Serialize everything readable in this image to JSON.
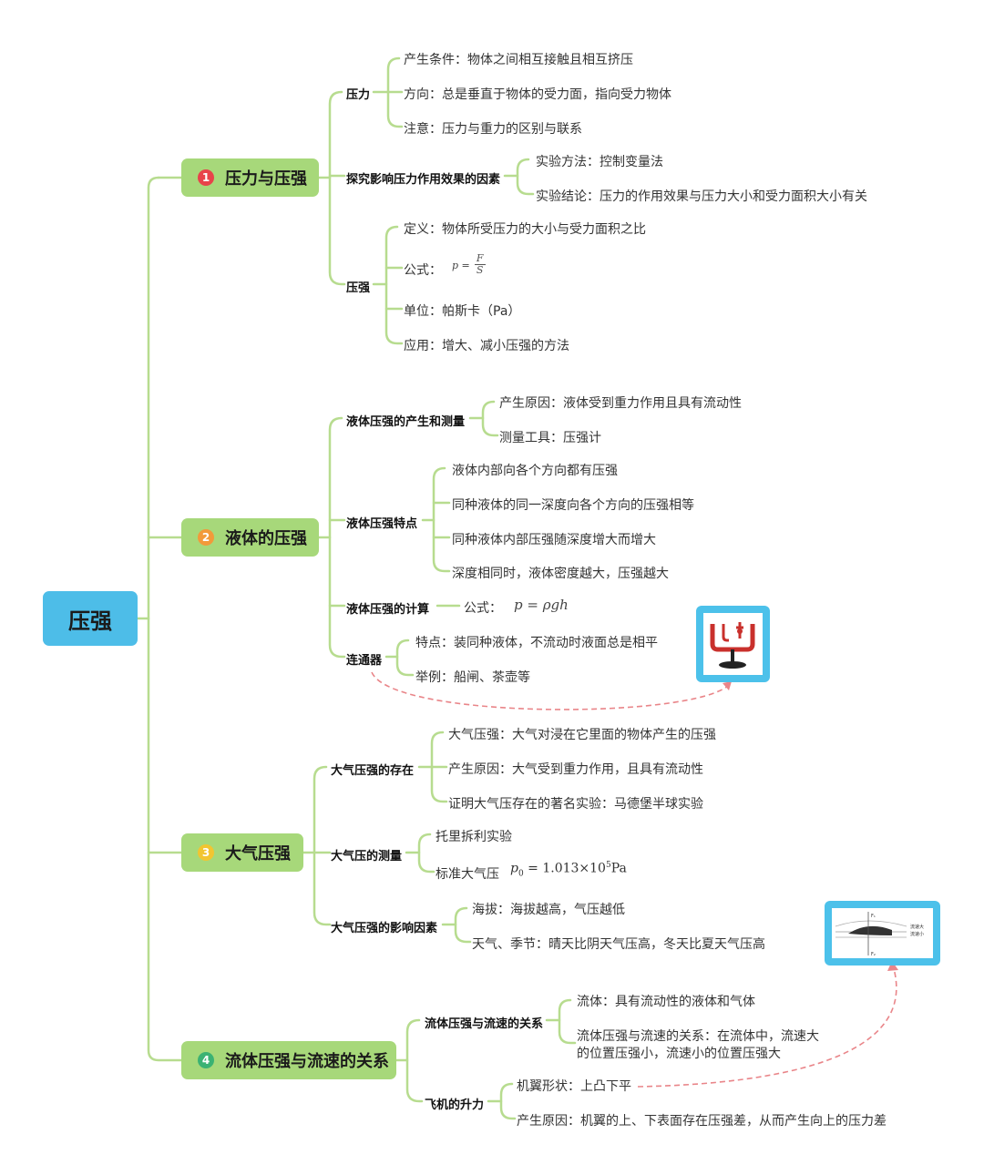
{
  "root": {
    "label": "压强"
  },
  "topics": [
    {
      "label": "压力与压强",
      "badge": "1",
      "badge_color": "#e8434a",
      "subs": [
        {
          "label": "压力",
          "leaves": [
            "产生条件：物体之间相互接触且相互挤压",
            "方向：总是垂直于物体的受力面，指向受力物体",
            "注意：压力与重力的区别与联系"
          ]
        },
        {
          "label": "探究影响压力作用效果的因素",
          "leaves": [
            "实验方法：控制变量法",
            "实验结论：压力的作用效果与压力大小和受力面积大小有关"
          ]
        },
        {
          "label": "压强",
          "leaves": [
            "定义：物体所受压力的大小与受力面积之比",
            "公式：",
            "单位：帕斯卡（Pa）",
            "应用：增大、减小压强的方法"
          ]
        }
      ],
      "formula": {
        "lhs": "p =",
        "num": "F",
        "den": "S"
      }
    },
    {
      "label": "液体的压强",
      "badge": "2",
      "badge_color": "#f29a3a",
      "subs": [
        {
          "label": "液体压强的产生和测量",
          "leaves": [
            "产生原因：液体受到重力作用且具有流动性",
            "测量工具：压强计"
          ]
        },
        {
          "label": "液体压强特点",
          "leaves": [
            "液体内部向各个方向都有压强",
            "同种液体的同一深度向各个方向的压强相等",
            "同种液体内部压强随深度增大而增大",
            "深度相同时，液体密度越大，压强越大"
          ]
        },
        {
          "label": "液体压强的计算",
          "leaves": [
            "公式：",
            "p = ρgh"
          ]
        },
        {
          "label": "连通器",
          "leaves": [
            "特点：装同种液体，不流动时液面总是相平",
            "举例：船闸、茶壶等"
          ]
        }
      ]
    },
    {
      "label": "大气压强",
      "badge": "3",
      "badge_color": "#f2c531",
      "subs": [
        {
          "label": "大气压强的存在",
          "leaves": [
            "大气压强：大气对浸在它里面的物体产生的压强",
            "产生原因：大气受到重力作用，且具有流动性",
            "证明大气压存在的著名实验：马德堡半球实验"
          ]
        },
        {
          "label": "大气压的测量",
          "leaves": [
            "托里拆利实验",
            "标准大气压"
          ]
        },
        {
          "label": "大气压强的影响因素",
          "leaves": [
            "海拔：海拔越高，气压越低",
            "天气、季节：晴天比阴天气压高，冬天比夏天气压高"
          ]
        }
      ],
      "formula": {
        "p0": "p",
        "sub": "0",
        "value": "= 1.013×10",
        "exp": "5",
        "unit": "Pa"
      }
    },
    {
      "label": "流体压强与流速的关系",
      "badge": "4",
      "badge_color": "#3bb273",
      "subs": [
        {
          "label": "流体压强与流速的关系",
          "leaves": [
            "流体：具有流动性的液体和气体",
            "流体压强与流速的关系：在流体中，流速大",
            "的位置压强小，流速小的位置压强大"
          ]
        },
        {
          "label": "飞机的升力",
          "leaves": [
            "机翼形状：上凸下平",
            "产生原因：机翼的上、下表面存在压强差，从而产生向上的压力差"
          ]
        }
      ]
    }
  ],
  "wing_image": {
    "f1": "F₁",
    "f2": "F₂",
    "label_fast": "流速大",
    "label_slow": "流速小"
  },
  "colors": {
    "line": "#b7dc8f",
    "topic": "#a7d87a",
    "root": "#4dbde8",
    "frame": "#4cc1ea",
    "dashed": "#e98589"
  }
}
